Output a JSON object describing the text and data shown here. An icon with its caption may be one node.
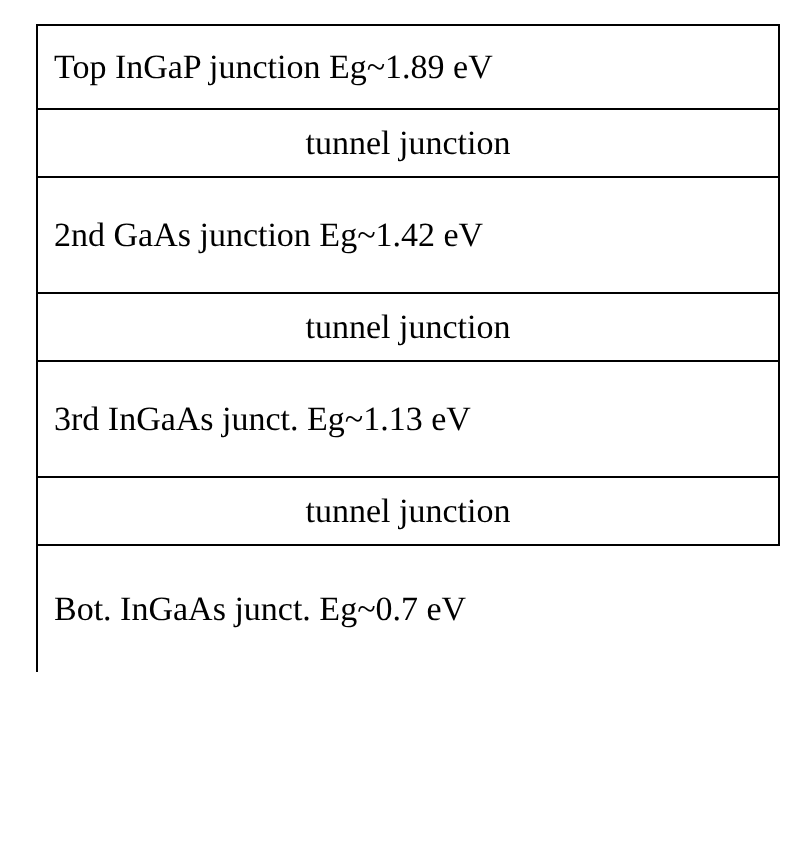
{
  "diagram": {
    "nodes": [
      {
        "text": [
          "Top InGaP junction Eg~1.89 eV"
        ]
      },
      {
        "text": [
          "tunnel junction"
        ]
      },
      {
        "text": [
          "2nd GaAs junction Eg~1.42 eV"
        ]
      },
      {
        "text": [
          "tunnel junction"
        ]
      },
      {
        "text": [
          "3rd InGaAs junct. Eg~1.13 eV"
        ]
      },
      {
        "text": [
          "tunnel junction"
        ]
      },
      {
        "text": [
          "Bot. InGaAs junct. Eg~0.7 eV"
        ]
      }
    ]
  }
}
